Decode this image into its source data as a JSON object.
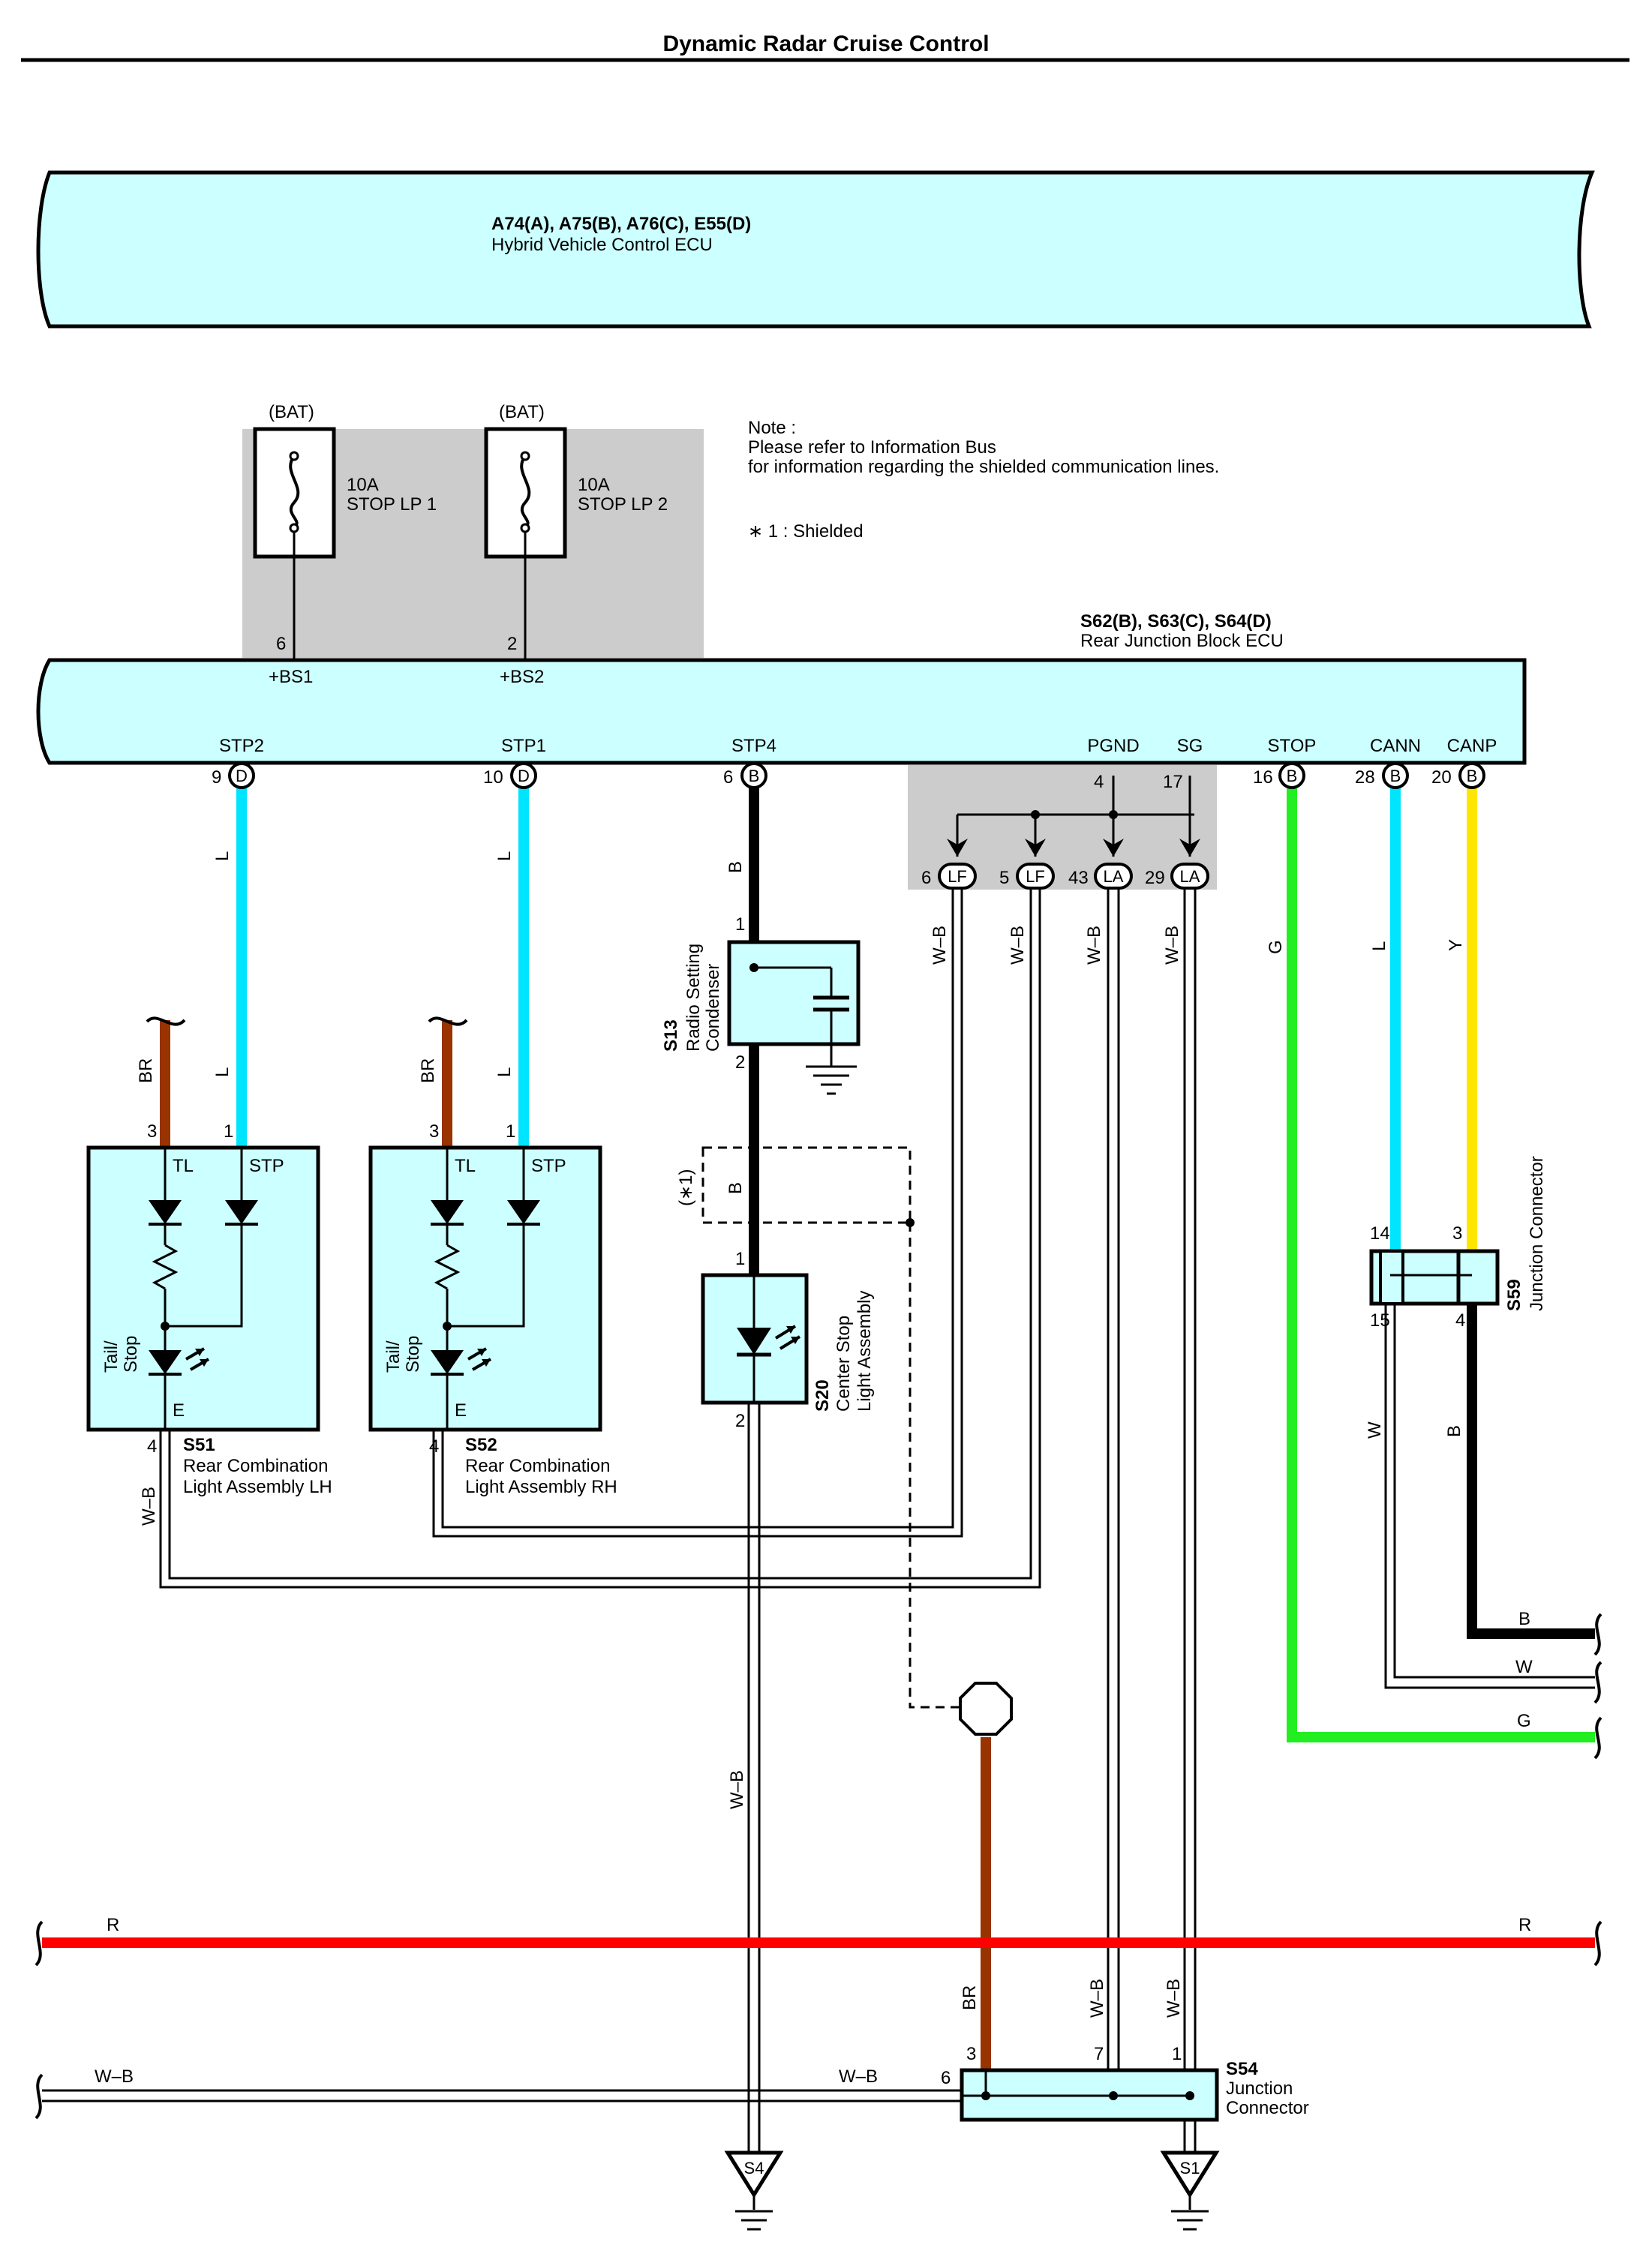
{
  "title": "Dynamic Radar Cruise Control",
  "colors": {
    "L": "#00e5ff",
    "B": "#000000",
    "G": "#22ee22",
    "Y": "#ffe600",
    "BR": "#993300",
    "R": "#ff0000",
    "ecu_fill": "#ccffff",
    "shade": "#cccccc"
  },
  "hv_ecu": {
    "code": "A74(A), A75(B), A76(C), E55(D)",
    "name": "Hybrid Vehicle Control ECU"
  },
  "fuse1": {
    "source": "(BAT)",
    "rating": "10A",
    "name": "STOP LP 1",
    "pin": "6",
    "terminal": "+BS1"
  },
  "fuse2": {
    "source": "(BAT)",
    "rating": "10A",
    "name": "STOP LP 2",
    "pin": "2",
    "terminal": "+BS2"
  },
  "note": {
    "line1": "Note :",
    "line2": "Please refer to Information Bus",
    "line3": "for information regarding the shielded communication lines.",
    "line4": "∗ 1 : Shielded"
  },
  "rjb": {
    "code": "S62(B), S63(C), S64(D)",
    "name": "Rear Junction Block ECU",
    "terminals": [
      {
        "name": "STP2",
        "pin": "9",
        "conn": "D"
      },
      {
        "name": "STP1",
        "pin": "10",
        "conn": "D"
      },
      {
        "name": "STP4",
        "pin": "6",
        "conn": "B"
      },
      {
        "name": "PGND",
        "pin": "4"
      },
      {
        "name": "SG",
        "pin": "17"
      },
      {
        "name": "STOP",
        "pin": "16",
        "conn": "B"
      },
      {
        "name": "CANN",
        "pin": "28",
        "conn": "B"
      },
      {
        "name": "CANP",
        "pin": "20",
        "conn": "B"
      }
    ],
    "gnd_pins": [
      {
        "pin": "6",
        "conn": "LF"
      },
      {
        "pin": "5",
        "conn": "LF"
      },
      {
        "pin": "43",
        "conn": "LA"
      },
      {
        "pin": "29",
        "conn": "LA"
      }
    ]
  },
  "wires": {
    "L": "L",
    "B": "B",
    "BR": "BR",
    "WB": "W–B",
    "G": "G",
    "Y": "Y",
    "W": "W",
    "R": "R"
  },
  "s13": {
    "code": "S13",
    "name1": "Radio Setting",
    "name2": "Condenser",
    "pin1": "1",
    "pin2": "2"
  },
  "s20": {
    "code": "S20",
    "name1": "Center Stop",
    "name2": "Light Assembly",
    "pin1": "1",
    "pin2": "2"
  },
  "shield_label": "(∗1)",
  "s51": {
    "code": "S51",
    "name1": "Rear Combination",
    "name2": "Light Assembly LH",
    "tl": "TL",
    "stp": "STP",
    "e": "E",
    "tailstop": "Tail/",
    "tailstop2": "Stop",
    "pin_tl": "3",
    "pin_stp": "1",
    "pin_e": "4"
  },
  "s52": {
    "code": "S52",
    "name1": "Rear Combination",
    "name2": "Light Assembly RH",
    "tl": "TL",
    "stp": "STP",
    "e": "E",
    "tailstop": "Tail/",
    "tailstop2": "Stop",
    "pin_tl": "3",
    "pin_stp": "1",
    "pin_e": "4"
  },
  "s59": {
    "code": "S59",
    "name": "Junction Connector",
    "p14": "14",
    "p3": "3",
    "p15": "15",
    "p4": "4"
  },
  "s54": {
    "code": "S54",
    "name1": "Junction",
    "name2": "Connector",
    "p3": "3",
    "p7": "7",
    "p1": "1",
    "p6": "6"
  },
  "grounds": {
    "g1": "S4",
    "g2": "S1"
  }
}
